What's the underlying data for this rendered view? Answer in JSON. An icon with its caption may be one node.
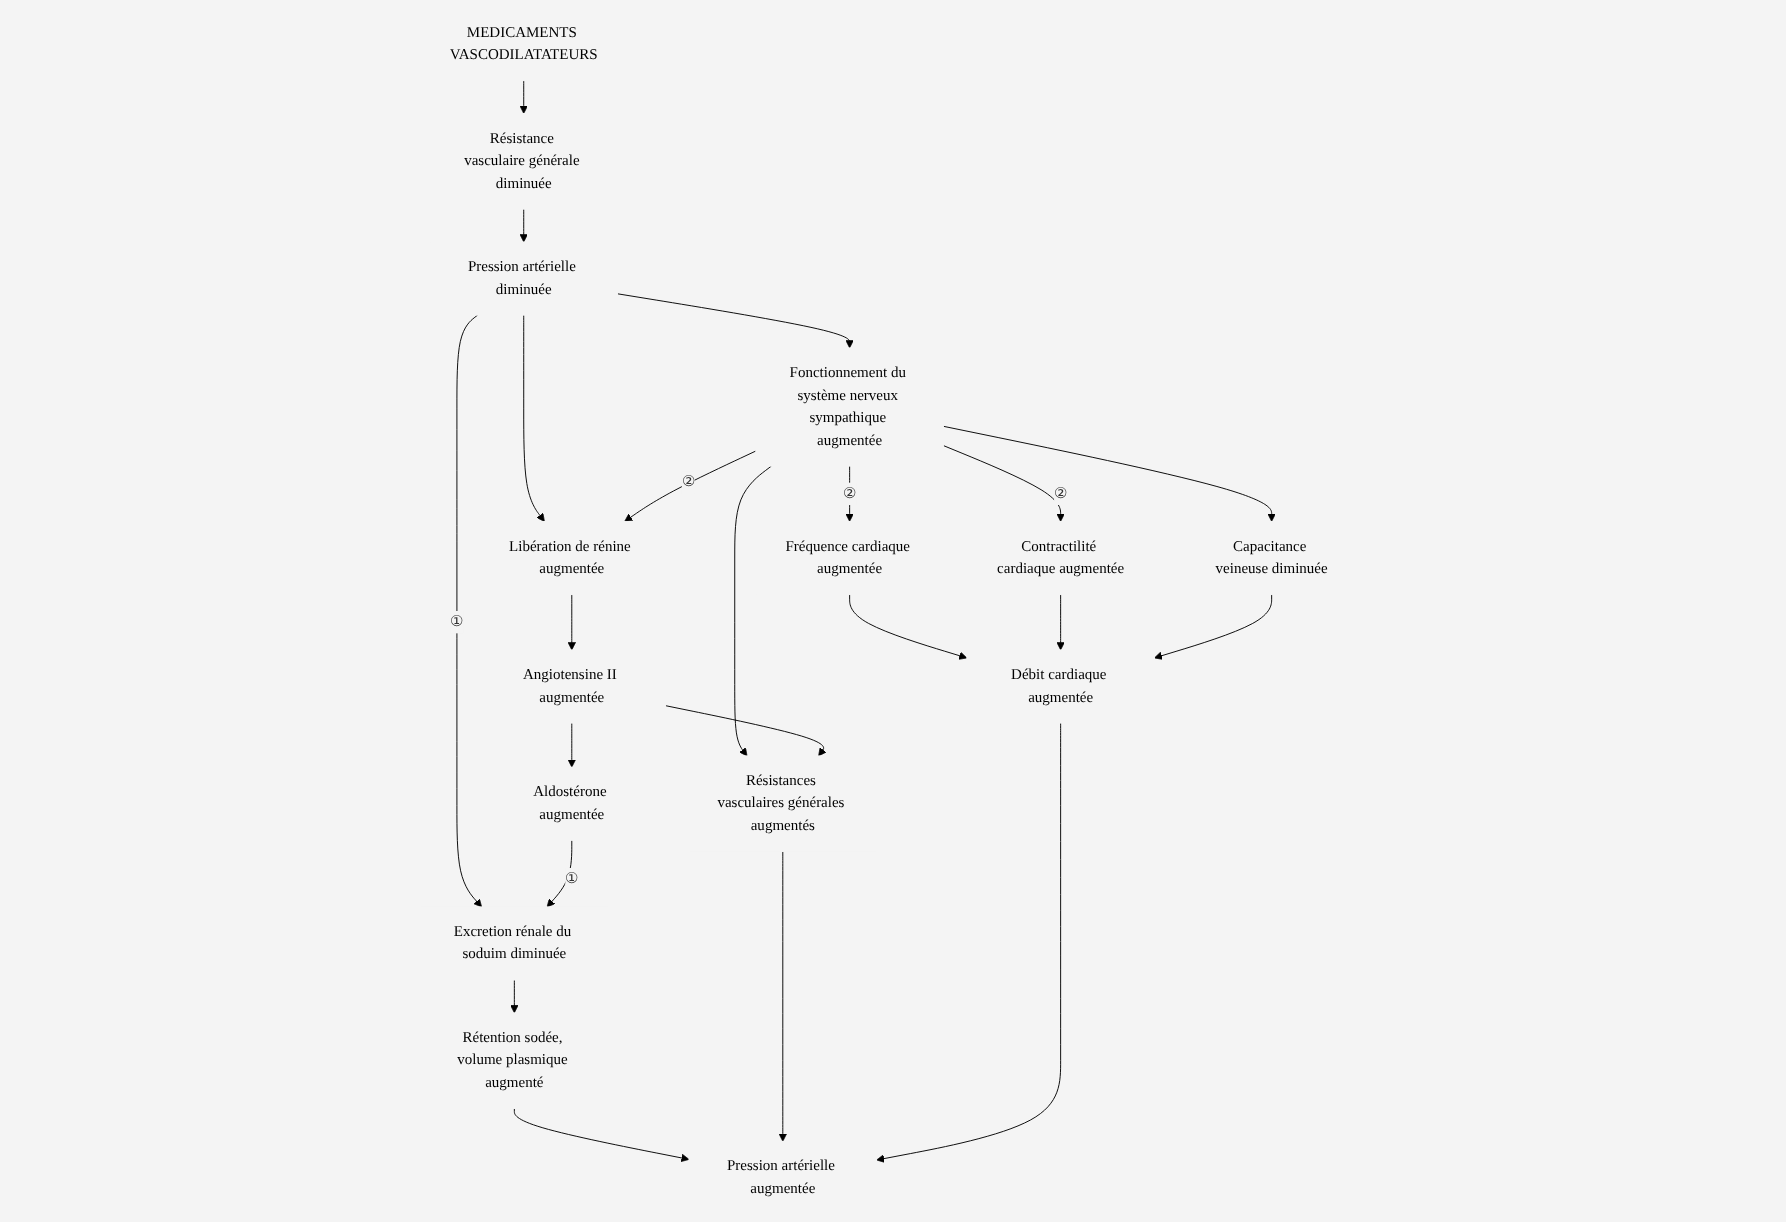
{
  "diagram": {
    "nodes": [
      {
        "text": [
          "MEDICAMENTS VASCODILATATEURS"
        ]
      },
      {
        "text": [
          "Résistance vasculaire générale diminuée"
        ]
      },
      {
        "text": [
          "Excretion rénale du soduim diminuée"
        ]
      },
      {
        "text": [
          "Pression artérielle diminuée"
        ]
      },
      {
        "text": [
          "Fonctionnement du système nerveux sympathique augmentée"
        ]
      },
      {
        "text": [
          "Libération de rénine augmentée"
        ]
      },
      {
        "text": [
          "Aldostérone augmentée"
        ]
      },
      {
        "text": [
          "Angiotensine II augmentée"
        ]
      },
      {
        "text": [
          "Résistances vasculaires générales augmentés"
        ]
      },
      {
        "text": [
          "Fréquence cardiaque augmentée"
        ]
      },
      {
        "text": [
          "Contractilité cardiaque augmentée"
        ]
      },
      {
        "text": [
          "Capacitance veineuse diminuée"
        ]
      },
      {
        "text": [
          "Rétention sodée, volume plasmique augmenté"
        ]
      },
      {
        "text": [
          "Pression artérielle augmentée"
        ]
      },
      {
        "text": [
          "Débit cardiaque augmentée"
        ]
      }
    ],
    "edges": [
      {
        "from": 0,
        "to": 1,
        "arrow": "to"
      },
      {
        "from": 1,
        "to": 3,
        "arrow": "to"
      },
      {
        "from": 3,
        "to": 2,
        "arrow": "to",
        "label": "①"
      },
      {
        "from": 3,
        "to": 4,
        "arrow": "to"
      },
      {
        "from": 3,
        "to": 5,
        "arrow": "to"
      },
      {
        "from": 4,
        "to": 5,
        "arrow": "to",
        "label": "②"
      },
      {
        "from": 4,
        "to": 8,
        "arrow": "to"
      },
      {
        "from": 4,
        "to": 9,
        "arrow": "to",
        "label": "②"
      },
      {
        "from": 4,
        "to": 10,
        "arrow": "to",
        "label": "②"
      },
      {
        "from": 4,
        "to": 11,
        "arrow": "to"
      },
      {
        "from": 5,
        "to": 7,
        "arrow": "to"
      },
      {
        "from": 7,
        "to": 6,
        "arrow": "to"
      },
      {
        "from": 7,
        "to": 8,
        "arrow": "to"
      },
      {
        "from": 6,
        "to": 2,
        "arrow": "to",
        "label": "①"
      },
      {
        "from": 2,
        "to": 12,
        "arrow": "to"
      },
      {
        "from": 12,
        "to": 13,
        "arrow": "to"
      },
      {
        "from": 8,
        "to": 13,
        "arrow": "to"
      },
      {
        "from": 9,
        "to": 14,
        "arrow": "to"
      },
      {
        "from": 10,
        "to": 14,
        "arrow": "to"
      },
      {
        "from": 11,
        "to": 14,
        "arrow": "to"
      },
      {
        "from": 14,
        "to": 13,
        "arrow": "to"
      }
    ]
  }
}
